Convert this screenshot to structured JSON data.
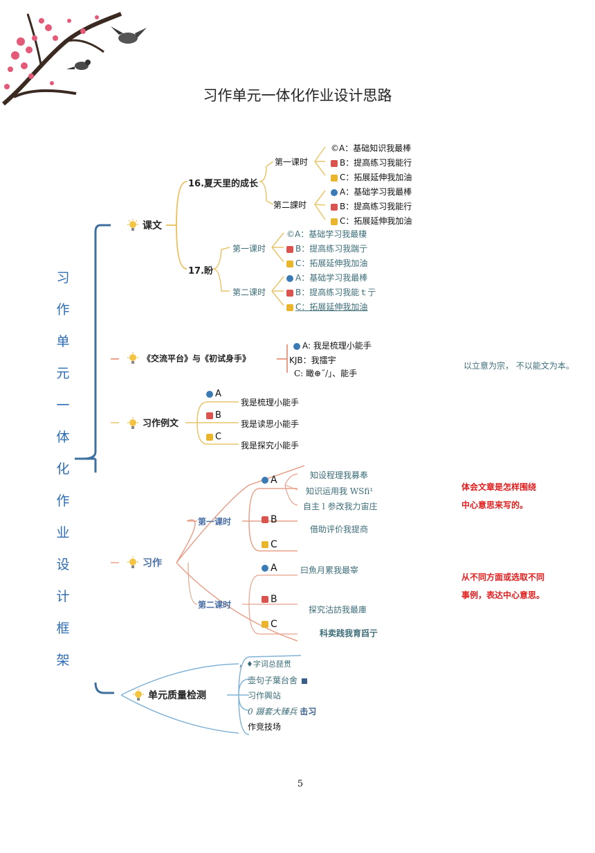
{
  "title": "习作单元一体化作业设计思路",
  "side_label": [
    "习",
    "作",
    "单",
    "元",
    "一",
    "体",
    "化",
    "作",
    "业",
    "设",
    "计",
    "框",
    "架"
  ],
  "page_number": "5",
  "colors": {
    "blue": "#2d6cb5",
    "teal": "#3d6e78",
    "red": "#e02020",
    "orange_line": "#e8a08a",
    "yellow_line": "#e9c46a",
    "blue_line": "#7fb2d6"
  },
  "kewen": {
    "label": "课文",
    "lesson16": {
      "title": "16.夏天里的成长",
      "first": "第一课时",
      "first_items": [
        "©A：基础知识我最棒",
        "B：提高练习我能行",
        "C：拓展延伸我加油"
      ],
      "second": "第二課时",
      "second_items": [
        "A：基础学习我最棒",
        "B：提高练习我能行",
        "C：拓展延伸我加油"
      ]
    },
    "lesson17": {
      "title": "17.盼",
      "first": "第一课时",
      "first_items": [
        "©A：基础学习我最棲",
        "B：提高练习我踹亍",
        "C：拓展延伸我加油"
      ],
      "second": "第二课时",
      "second_items": [
        "A：基础学习我最棒",
        "B：提高练习我能ｔ亍",
        "C：拓展延伸我加油"
      ]
    }
  },
  "jiaoliu": {
    "label": "《交流平台》与《初试身手》",
    "items": [
      "A: 我是梳理小能手",
      "KJB：我擂宇",
      "C: 瞰⊕˝/」、能手"
    ],
    "note": "以立意为宗， 不以能文为本。"
  },
  "liwen": {
    "label": "习作例文",
    "letters": [
      "A",
      "B",
      "C"
    ],
    "items": [
      "我是梳理小能手",
      "我是读思小能手",
      "我是探究小能手"
    ]
  },
  "xizuo": {
    "label": "习作",
    "first": "第一课时",
    "second": "第二课时",
    "letters": [
      "A",
      "B",
      "C",
      "A",
      "B",
      "C"
    ],
    "first_a_items": [
      "知设程理我募奉",
      "知识运用我 WSfi¹",
      "自主 l 参改我力宙庄"
    ],
    "first_b_item": "借助评价我提商",
    "second_a_item": "曰魚月累我最宰",
    "second_b_item": "探究沽訪我最庫",
    "second_c_item": "科卖践我育舀亍",
    "note1_line1": "体会文章是怎样围绕",
    "note1_line2": "中心意思来写的。",
    "note2_line1": "从不同方面或选取不同",
    "note2_line2": "事例，表达中心意思。"
  },
  "jiance": {
    "label": "单元质量检测",
    "items": [
      "，♦字词总琵贯",
      "壶句子葉台舍",
      "习作興站",
      "0 蹑套大臻兵",
      "击习",
      "作竞技场"
    ]
  }
}
